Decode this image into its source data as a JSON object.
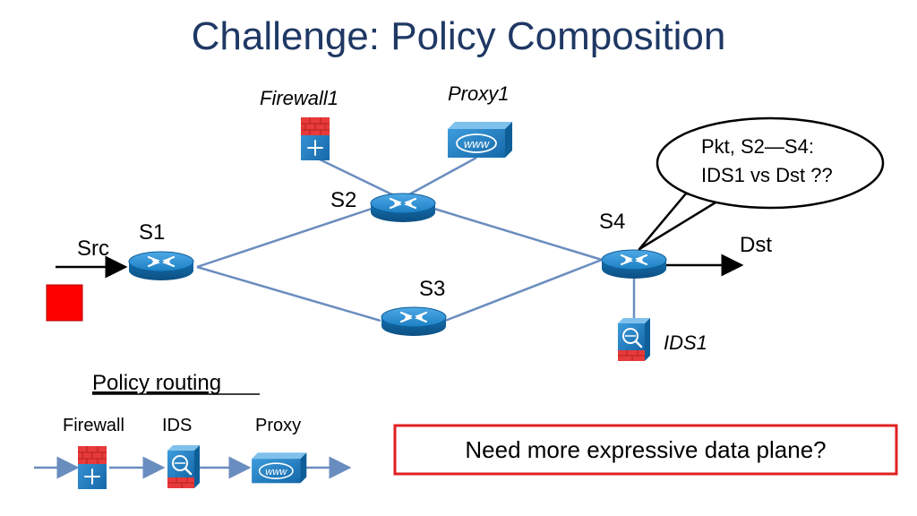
{
  "title": "Challenge: Policy Composition",
  "nodes": {
    "s1": "S1",
    "s2": "S2",
    "s3": "S3",
    "s4": "S4",
    "src": "Src",
    "dst": "Dst",
    "firewall1": "Firewall1",
    "proxy1": "Proxy1",
    "ids1": "IDS1"
  },
  "callout": {
    "line1": "Pkt, S2—S4:",
    "line2": "IDS1 vs Dst ??"
  },
  "policy": {
    "heading": "Policy routing",
    "firewall": "Firewall",
    "ids": "IDS",
    "proxy": "Proxy"
  },
  "question": "Need more expressive data plane?",
  "colors": {
    "title": "#1F3864",
    "link": "#6A8DBF",
    "router": "#1B7FC4",
    "packet": "#FF0000",
    "question_border": "#E02020"
  },
  "icons": [
    "router-icon",
    "firewall-icon",
    "proxy-icon",
    "ids-icon",
    "packet-icon"
  ]
}
